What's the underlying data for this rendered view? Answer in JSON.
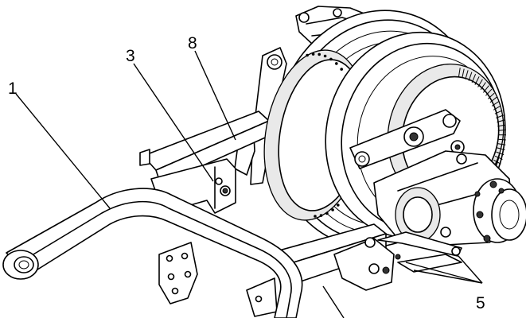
{
  "figure": {
    "callouts": [
      {
        "id": "1",
        "text": "1"
      },
      {
        "id": "3",
        "text": "3"
      },
      {
        "id": "8",
        "text": "8"
      },
      {
        "id": "5",
        "text": "5"
      }
    ]
  }
}
